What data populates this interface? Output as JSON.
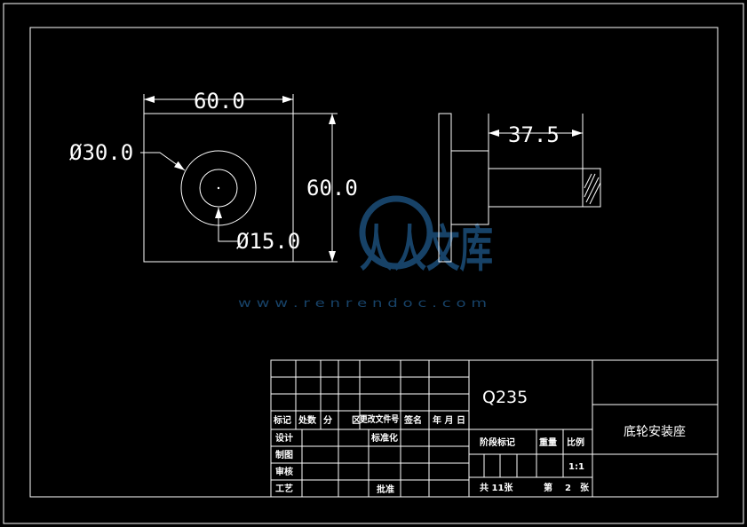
{
  "dimensions": {
    "top_width": "60.0",
    "outer_diameter": "Ø30.0",
    "side_height": "60.0",
    "inner_diameter": "Ø15.0",
    "shaft_length": "37.5"
  },
  "title_block": {
    "material": "Q235",
    "part_name": "底轮安装座",
    "rev_headers": [
      "标记",
      "处数",
      "分",
      "区",
      "更改文件号",
      "签名",
      "年 月 日"
    ],
    "sign_labels": [
      "设计",
      "制图",
      "审核",
      "工艺"
    ],
    "standardization": "标准化",
    "approve": "批准",
    "stage_mark": "阶段标记",
    "weight": "重量",
    "scale_label": "比例",
    "scale_value": "1:1",
    "sheets_total": "共 11张",
    "sheet_no_label": "第",
    "sheet_no": "2",
    "sheet_unit": "张"
  },
  "watermark": {
    "text": "人人文库",
    "url": "w w w . r e n r e n d o c . c o m"
  },
  "colors": {
    "background": "#000000",
    "lines": "#ffffff",
    "watermark": "#1c4e7a"
  }
}
